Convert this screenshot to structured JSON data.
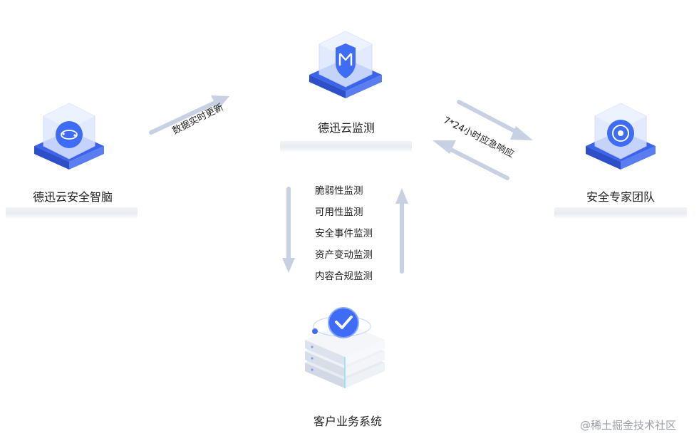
{
  "nodes": {
    "left": {
      "label": "德迅云安全智脑",
      "icon": "brain-cube-icon"
    },
    "center": {
      "label": "德迅云监测",
      "icon": "shield-cube-icon"
    },
    "right": {
      "label": "安全专家团队",
      "icon": "disk-cube-icon"
    },
    "bottom": {
      "label": "客户业务系统",
      "icon": "server-check-icon"
    }
  },
  "edges": {
    "left_to_center": "数据实时更新",
    "center_right": "7*24小时应急响应"
  },
  "monitor_list": [
    "脆弱性监测",
    "可用性监测",
    "安全事件监测",
    "资产变动监测",
    "内容合规监测"
  ],
  "watermark": "@稀土掘金技术社区",
  "colors": {
    "accent": "#3f6cf5",
    "arrow": "#c9d3e4",
    "cube": "#dfe8ff"
  }
}
